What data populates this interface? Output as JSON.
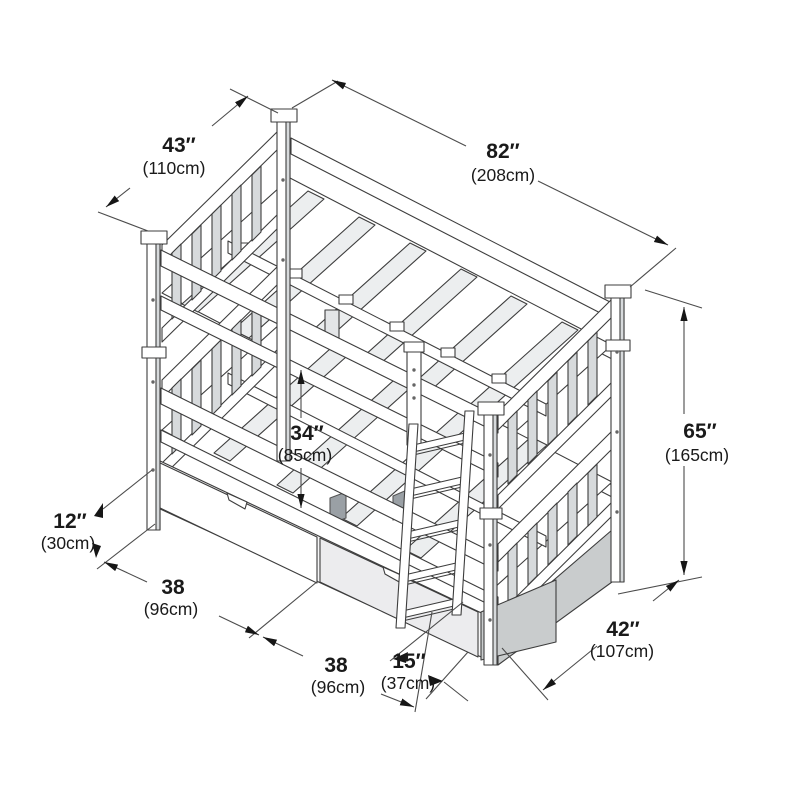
{
  "diagram": {
    "background_color": "#ffffff",
    "line_color": "#3d3d3d",
    "annotation_color": "#1a1a1a",
    "subject": "bunk bed with storage drawers and ladder"
  },
  "dimensions": {
    "headboard_width": {
      "inches": "43″",
      "cm": "(110cm)"
    },
    "bed_length": {
      "inches": "82″",
      "cm": "(208cm)"
    },
    "overall_height": {
      "inches": "65″",
      "cm": "(165cm)"
    },
    "bunk_clearance": {
      "inches": "34″",
      "cm": "(85cm)"
    },
    "drawer_height": {
      "inches": "12″",
      "cm": "(30cm)"
    },
    "left_drawer_width": {
      "inches": "38",
      "cm": "(96cm)"
    },
    "right_drawer_width": {
      "inches": "38",
      "cm": "(96cm)"
    },
    "ladder_depth": {
      "inches": "15″",
      "cm": "(37cm)"
    },
    "bed_width": {
      "inches": "42″",
      "cm": "(107cm)"
    }
  }
}
